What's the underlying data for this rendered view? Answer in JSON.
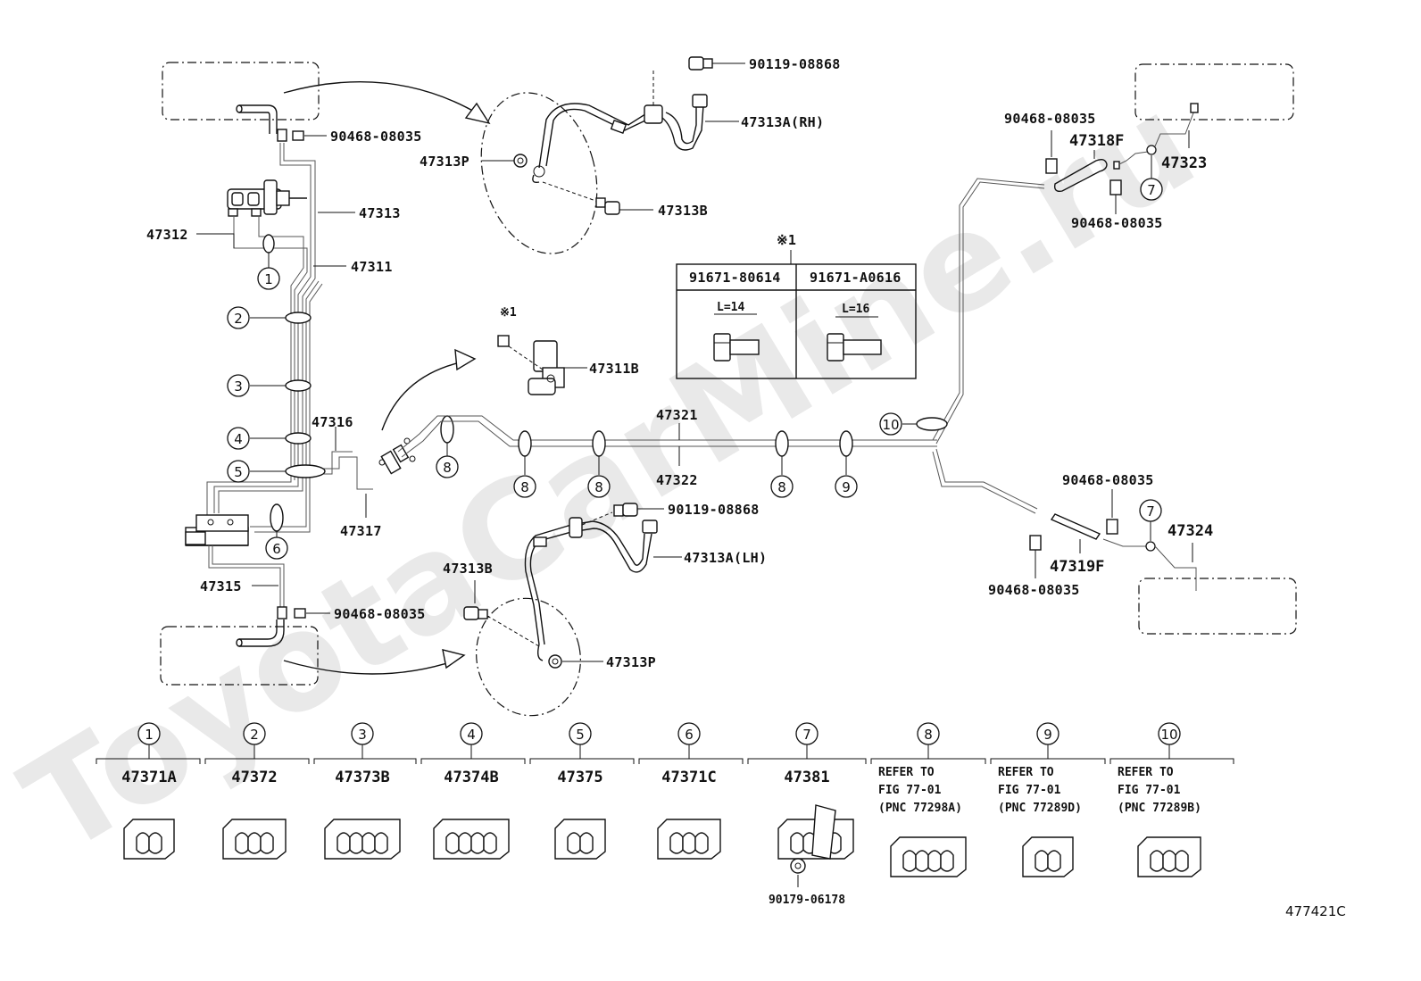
{
  "watermark": "ToyotaCarMine.ru",
  "figure_code": "477421C",
  "callouts": {
    "c1": "1",
    "c2": "2",
    "c3": "3",
    "c4": "4",
    "c5": "5",
    "c6": "6",
    "c7": "7",
    "c8": "8",
    "c9": "9",
    "c10": "10"
  },
  "labels": {
    "p90119_top": "90119-08868",
    "p47313A_rh": "47313A(RH)",
    "p90468_top_left": "90468-08035",
    "p47313P_top": "47313P",
    "p47313B_top": "47313B",
    "p47313": "47313",
    "p47312": "47312",
    "p47311": "47311",
    "p90468_right_top": "90468-08035",
    "p47318F": "47318F",
    "p47323": "47323",
    "p90468_right_mid": "90468-08035",
    "kome": "※1",
    "kome_small": "※1",
    "p47311B": "47311B",
    "p47321": "47321",
    "p47316": "47316",
    "p47322": "47322",
    "p47317": "47317",
    "p90119_bottom": "90119-08868",
    "p90468_right_low": "90468-08035",
    "p47324": "47324",
    "p47313A_lh": "47313A(LH)",
    "p47319F": "47319F",
    "p90468_right_bottom": "90468-08035",
    "p47315": "47315",
    "p90468_bottom_left": "90468-08035",
    "p47313B_bottom": "47313B",
    "p47313P_bottom": "47313P"
  },
  "bolt_table": {
    "col1_header": "91671-80614",
    "col2_header": "91671-A0616",
    "col1_dim": "L=14",
    "col2_dim": "L=16"
  },
  "legend": [
    {
      "num": "1",
      "lines": [
        "47371A"
      ]
    },
    {
      "num": "2",
      "lines": [
        "47372"
      ]
    },
    {
      "num": "3",
      "lines": [
        "47373B"
      ]
    },
    {
      "num": "4",
      "lines": [
        "47374B"
      ]
    },
    {
      "num": "5",
      "lines": [
        "47375"
      ]
    },
    {
      "num": "6",
      "lines": [
        "47371C"
      ]
    },
    {
      "num": "7",
      "lines": [
        "47381"
      ],
      "extra": "90179-06178"
    },
    {
      "num": "8",
      "lines": [
        "REFER TO",
        "FIG 77-01",
        "(PNC 77298A)"
      ]
    },
    {
      "num": "9",
      "lines": [
        "REFER TO",
        "FIG 77-01",
        "(PNC 77289D)"
      ]
    },
    {
      "num": "10",
      "lines": [
        "REFER TO",
        "FIG 77-01",
        "(PNC 77289B)"
      ]
    }
  ]
}
